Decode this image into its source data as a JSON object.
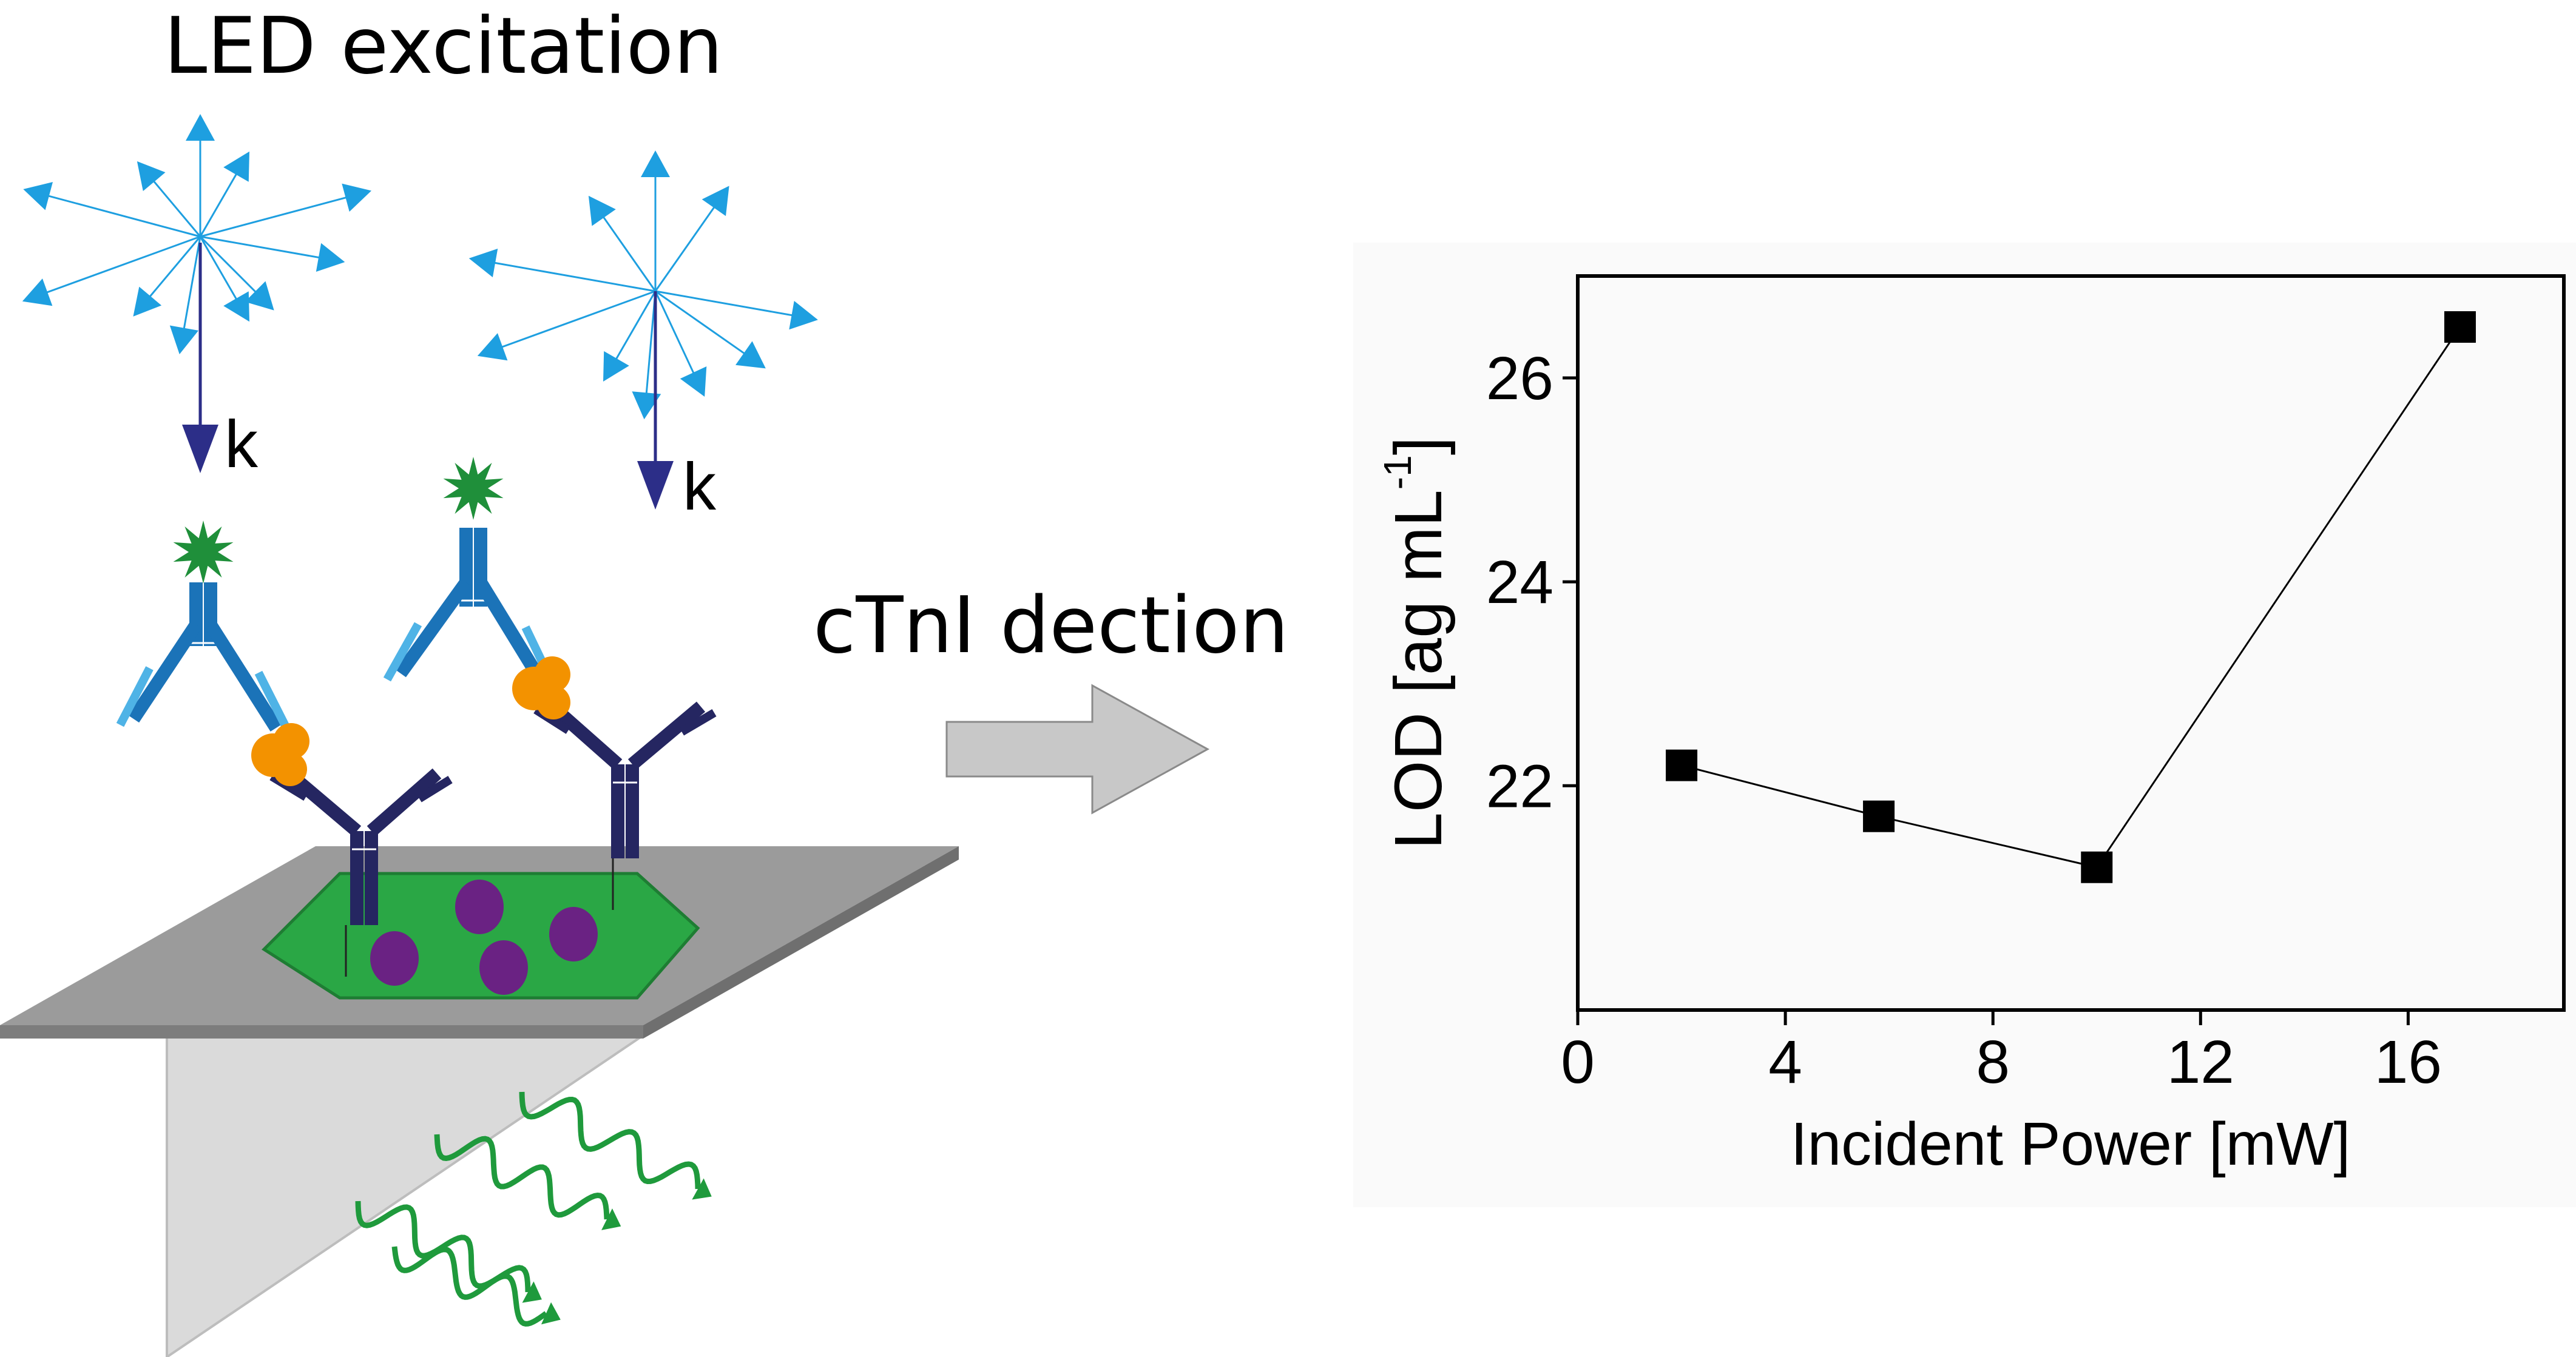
{
  "figure": {
    "title": "LED excitation",
    "k_label_left": "k",
    "k_label_right": "k",
    "process_label": "cTnI dection"
  },
  "colors": {
    "led_rays": "#1e9fe0",
    "k_vector": "#2c2e88",
    "antibody_dark": "#252661",
    "antibody_light": "#1b73b8",
    "antibody_tip": "#4fb3e6",
    "fluorophore": "#1f8f3a",
    "antigen": "#f39200",
    "graphene": "#2aa745",
    "particles": "#6a2283",
    "substrate": "#9b9b9b",
    "prism": "#dadada",
    "emission": "#1f9a3c",
    "arrow_fill": "#c8c8c8",
    "plot_bg": "#fafafa",
    "plot_series": "#000000"
  },
  "chart_data": {
    "type": "scatter",
    "mode": "line+markers",
    "xlabel": "Incident Power [mW]",
    "ylabel_main": "LOD [ag mL",
    "ylabel_sup": "-1",
    "ylabel_end": "]",
    "xlim": [
      0,
      19
    ],
    "ylim": [
      19.8,
      27.0
    ],
    "xticks": [
      0,
      4,
      8,
      12,
      16
    ],
    "yticks": [
      22,
      24,
      26
    ],
    "grid": false,
    "x": [
      2.0,
      5.8,
      10.0,
      17.0
    ],
    "y": [
      22.2,
      21.7,
      21.2,
      26.5
    ]
  }
}
